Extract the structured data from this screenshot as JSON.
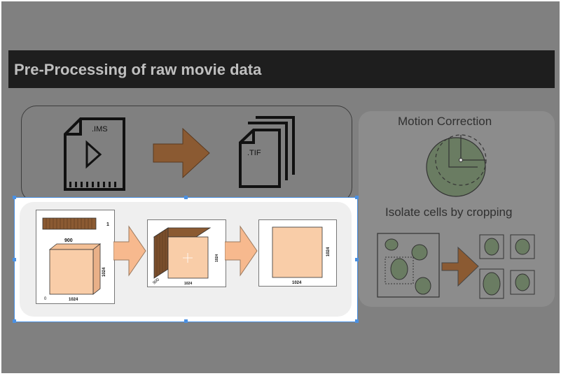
{
  "title": "Pre-Processing of raw movie data",
  "conversion": {
    "input_label": ".IMS",
    "output_label": ".TIF"
  },
  "right_panel": {
    "motion_label": "Motion Correction",
    "crop_label": "Isolate cells by cropping"
  },
  "stack_diagram": {
    "frame1_count": "1",
    "frame1_frames": "900",
    "frame1_depth": "0",
    "frame1_side": "1024",
    "frame1_bottom": "1024",
    "frame2_depth": "900",
    "frame2_side": "1024",
    "frame2_bottom": "1024",
    "frame3_side": "1024",
    "frame3_bottom": "1024"
  },
  "colors": {
    "background": "#808080",
    "title_bar": "#1e1e1e",
    "arrow_brown": "#8b5a32",
    "arrow_peach": "#f7b98e",
    "cube_peach": "#f9cda8",
    "cell_green": "#6a7c62",
    "selection": "#4a90e2"
  }
}
